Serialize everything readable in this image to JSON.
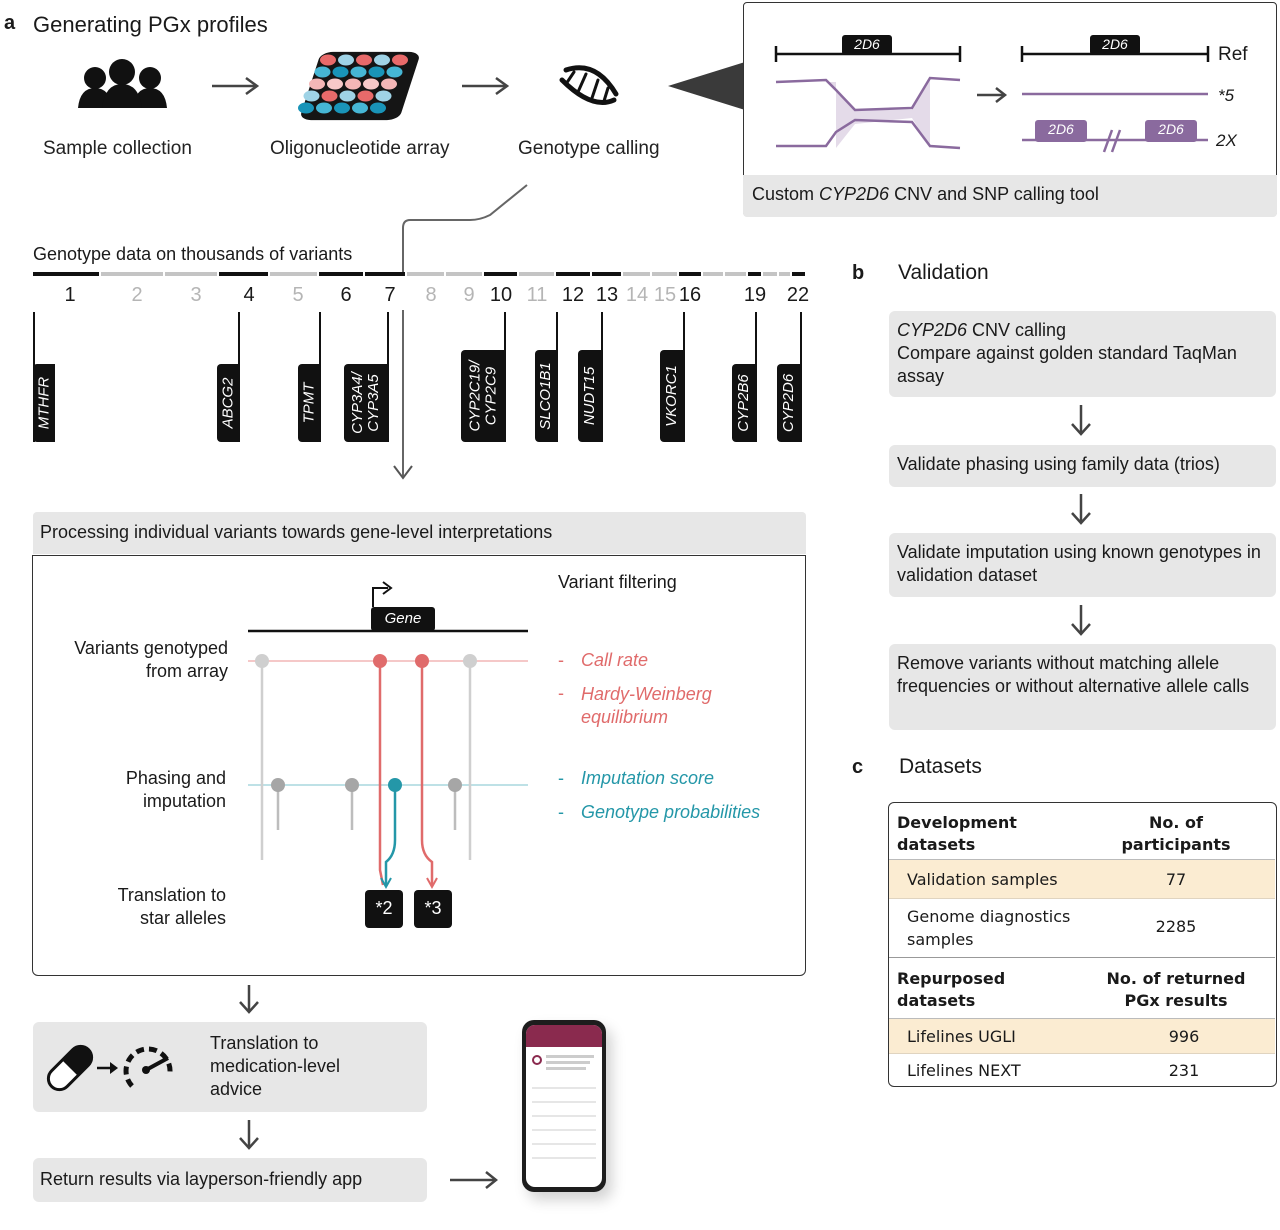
{
  "panel_a": {
    "letter": "a",
    "title": "Generating PGx profiles",
    "steps": [
      "Sample collection",
      "Oligonucleotide array",
      "Genotype calling"
    ],
    "cnv_box": {
      "gene_label": "2D6",
      "ref_label": "Ref",
      "allele_5": "*5",
      "allele_2x": "2X",
      "caption_prefix": "Custom ",
      "caption_gene": "CYP2D6",
      "caption_suffix": " CNV and SNP calling tool"
    },
    "genotype_data_label": "Genotype data on thousands of variants",
    "chromosomes": [
      {
        "num": "1",
        "active": true
      },
      {
        "num": "2",
        "active": false
      },
      {
        "num": "3",
        "active": false
      },
      {
        "num": "4",
        "active": true
      },
      {
        "num": "5",
        "active": false
      },
      {
        "num": "6",
        "active": true
      },
      {
        "num": "7",
        "active": true
      },
      {
        "num": "8",
        "active": false
      },
      {
        "num": "9",
        "active": false
      },
      {
        "num": "10",
        "active": true
      },
      {
        "num": "11",
        "active": false
      },
      {
        "num": "12",
        "active": true
      },
      {
        "num": "13",
        "active": true
      },
      {
        "num": "14",
        "active": false
      },
      {
        "num": "15",
        "active": false
      },
      {
        "num": "16",
        "active": true
      },
      {
        "num": "19",
        "active": true
      },
      {
        "num": "22",
        "active": true
      }
    ],
    "genes": [
      "MTHFR",
      "ABCG2",
      "TPMT",
      "CYP3A4/\nCYP3A5",
      "CYP2C19/\nCYP2C9",
      "SLCO1B1",
      "NUDT15",
      "VKORC1",
      "CYP2B6",
      "CYP2D6"
    ],
    "processing": {
      "header": "Processing individual variants towards gene-level interpretations",
      "gene_label": "Gene",
      "variant_filtering": "Variant filtering",
      "row1": "Variants genotyped\nfrom array",
      "row2": "Phasing and\nimputation",
      "row3": "Translation to\nstar alleles",
      "filters_red": [
        "Call rate",
        "Hardy-Weinberg\nequilibrium"
      ],
      "filters_teal": [
        "Imputation score",
        "Genotype probabilities"
      ],
      "star_alleles": [
        "*2",
        "*3"
      ],
      "dash": "-"
    },
    "medication": "Translation to\nmedication-level\nadvice",
    "return_results": "Return results via layperson-friendly app"
  },
  "panel_b": {
    "letter": "b",
    "title": "Validation",
    "step1_gene": "CYP2D6",
    "step1_rest": " CNV calling",
    "step1_sub": "Compare against golden standard TaqMan assay",
    "steps": [
      "Validate phasing using family data (trios)",
      "Validate imputation using known genotypes in validation dataset",
      "Remove variants without matching allele frequencies or without alternative allele calls"
    ]
  },
  "panel_c": {
    "letter": "c",
    "title": "Datasets",
    "header1": {
      "left": "Development\ndatasets",
      "right": "No. of\nparticipants"
    },
    "rows1": [
      {
        "name": "Validation samples",
        "value": "77",
        "highlight": true
      },
      {
        "name": "Genome diagnostics\nsamples",
        "value": "2285",
        "highlight": false
      }
    ],
    "header2": {
      "left": "Repurposed\ndatasets",
      "right": "No. of returned\nPGx results"
    },
    "rows2": [
      {
        "name": "Lifelines UGLI",
        "value": "996",
        "highlight": true
      },
      {
        "name": "Lifelines NEXT",
        "value": "231",
        "highlight": false
      }
    ]
  },
  "colors": {
    "red": "#e06b6b",
    "teal": "#2497a8",
    "purple": "#8a6a9e",
    "highlight": "#fbecd2",
    "gray_box": "#e7e7e7"
  }
}
